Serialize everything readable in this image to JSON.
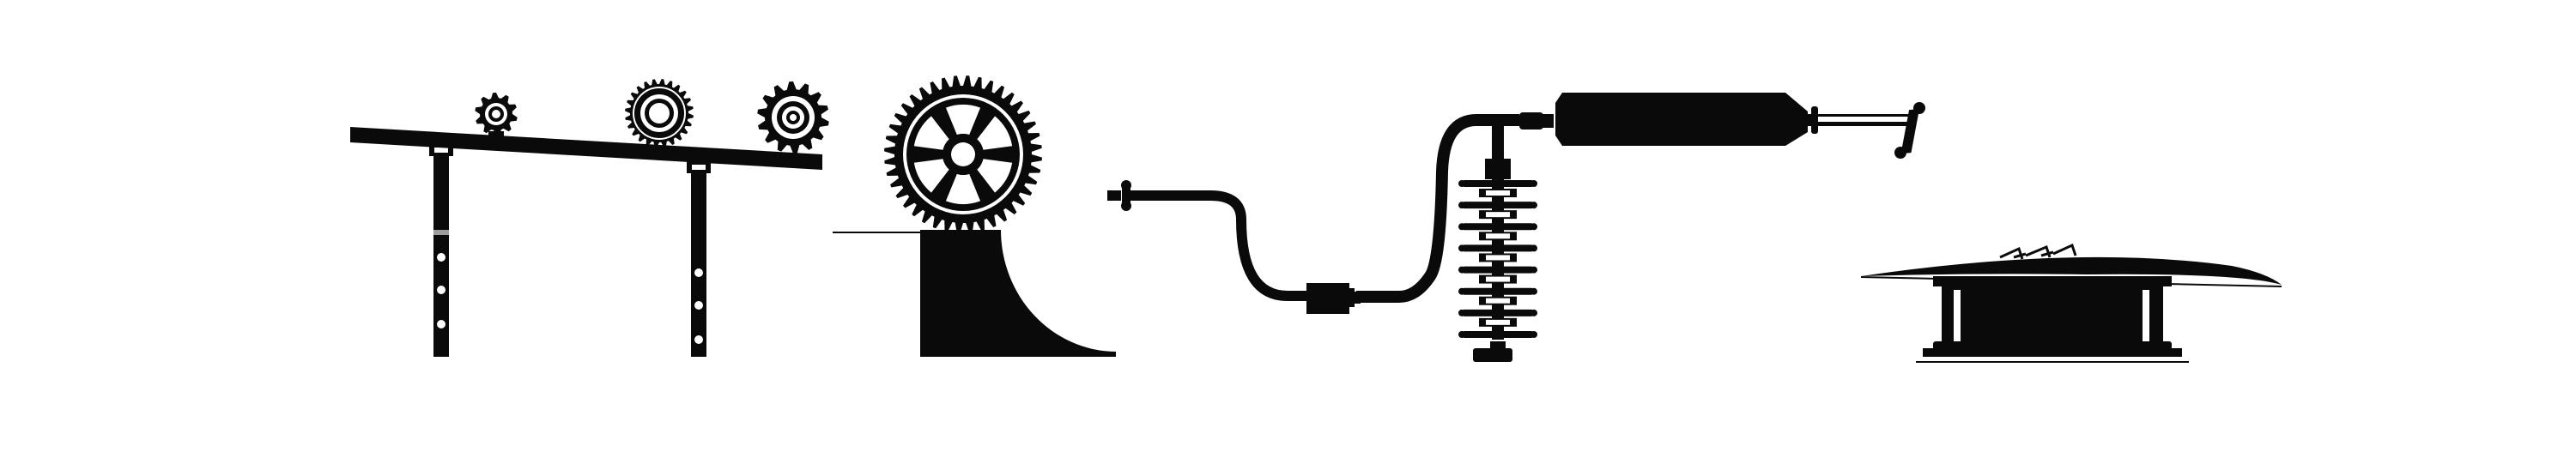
{
  "palette": {
    "background": "#ffffff",
    "ink": "#0a0a0a",
    "hole": "#ffffff"
  },
  "scene": {
    "objects": [
      "tilted-bar-with-gears",
      "large-sprocket-on-quarter-round-block",
      "hose-spring-tank-assembly",
      "flat-disc-platform"
    ],
    "text": []
  },
  "gears": [
    {
      "name": "small-gear-icon",
      "teeth": 10
    },
    {
      "name": "medium-gear-icon",
      "teeth": 24
    },
    {
      "name": "ring-gear-icon",
      "teeth": 14
    },
    {
      "name": "large-sprocket-icon",
      "teeth": 40,
      "spokes": 6
    }
  ]
}
